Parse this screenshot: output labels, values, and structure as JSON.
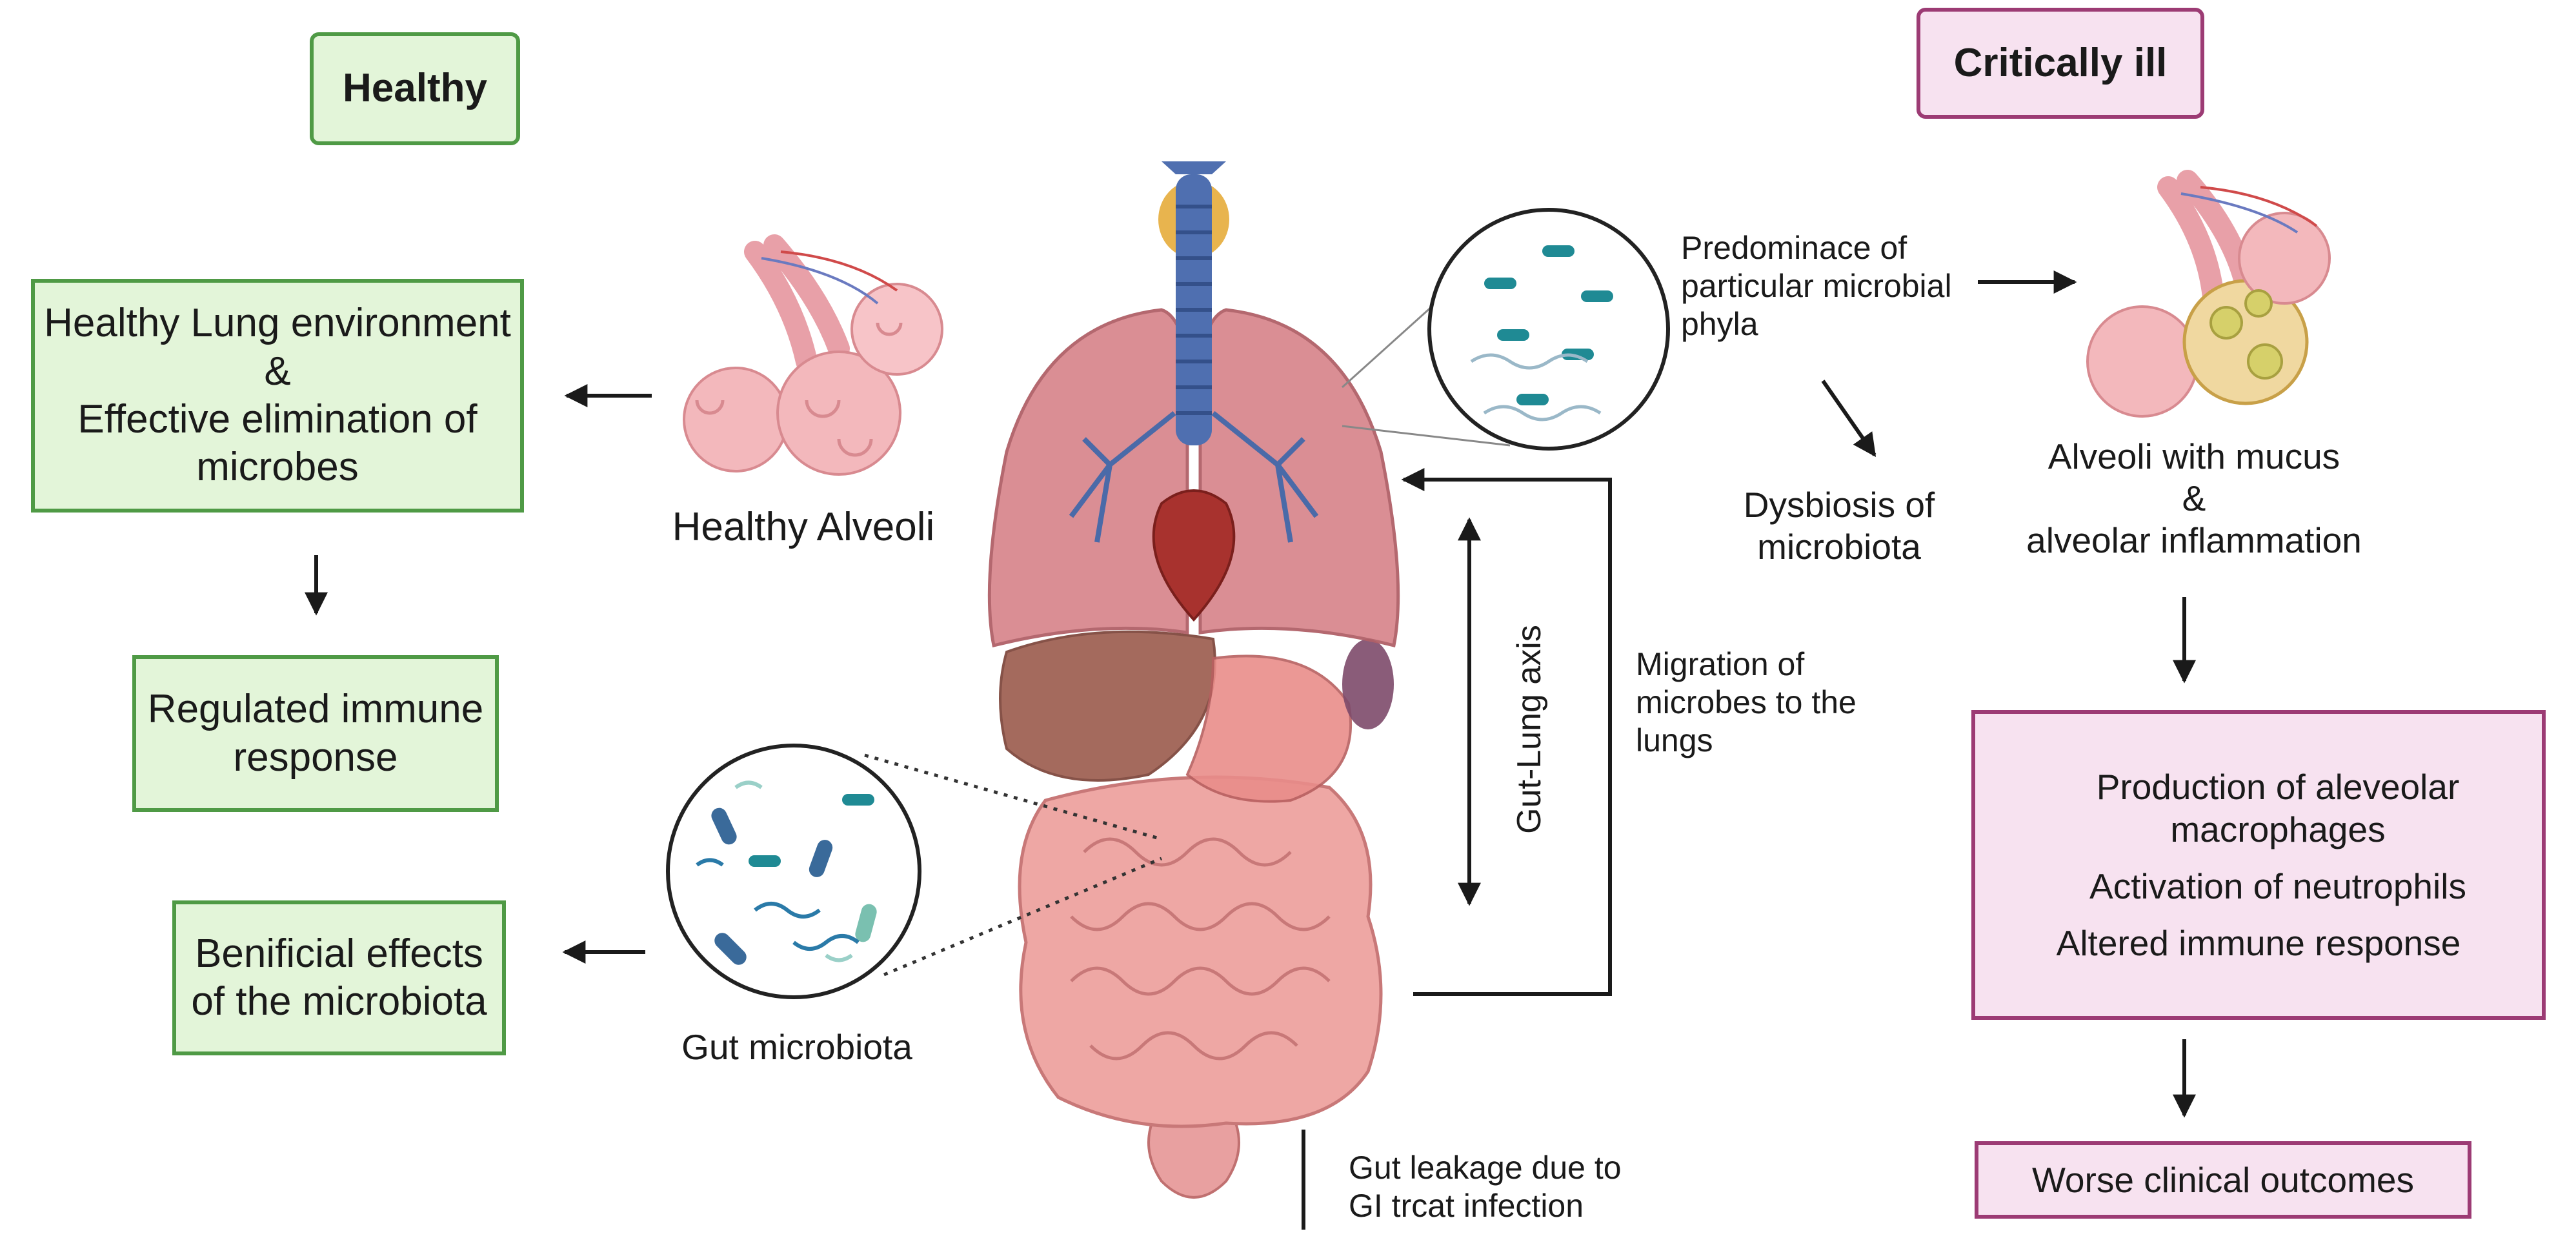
{
  "headers": {
    "healthy": "Healthy",
    "critically_ill": "Critically ill"
  },
  "left": {
    "box1_line1": "Healthy Lung environment",
    "box1_line2": "&",
    "box1_line3": "Effective elimination of",
    "box1_line4": "microbes",
    "box2_line1": "Regulated immune",
    "box2_line2": "response",
    "box3_line1": "Benificial effects",
    "box3_line2": "of the microbiota",
    "healthy_alveoli": "Healthy Alveoli",
    "gut_microbiota": "Gut microbiota"
  },
  "center": {
    "predominance_line1": "Predominace of",
    "predominance_line2": "particular microbial",
    "predominance_line3": "phyla",
    "dysbiosis_line1": "Dysbiosis of",
    "dysbiosis_line2": "microbiota",
    "gut_lung_axis": "Gut-Lung axis",
    "migration_line1": "Migration of",
    "migration_line2": "microbes to the",
    "migration_line3": "lungs",
    "leakage_line1": "Gut leakage due to",
    "leakage_line2": "GI trcat infection"
  },
  "right": {
    "alveoli_line1": "Alveoli with mucus",
    "alveoli_line2": "&",
    "alveoli_line3": "alveolar inflammation",
    "box1_line1": "Production of aleveolar",
    "box1_line2": "macrophages",
    "box1_line3": "Activation of neutrophils",
    "box1_line4": "Altered immune response",
    "box2": "Worse clinical outcomes"
  },
  "icons": {
    "up_arrow": "↑"
  },
  "colors": {
    "healthy_fill": "#e3f5d9",
    "healthy_border": "#4f9a45",
    "ill_fill": "#f7e2f0",
    "ill_border": "#9c3b74"
  }
}
